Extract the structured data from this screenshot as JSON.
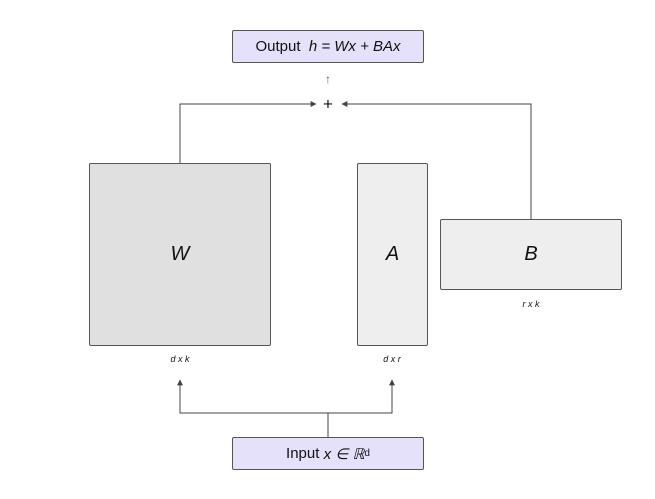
{
  "output": {
    "label": "Output",
    "formula": "h = Wx + BAx"
  },
  "input": {
    "label": "Input",
    "formula": "x ∈ ℝ",
    "superscript": "d"
  },
  "sum_symbol": "+",
  "up_arrow": "↑",
  "matrices": {
    "W": {
      "label": "W",
      "dims": "d x k"
    },
    "A": {
      "label": "A",
      "dims": "d x r"
    },
    "B": {
      "label": "B",
      "dims": "r x k"
    }
  }
}
